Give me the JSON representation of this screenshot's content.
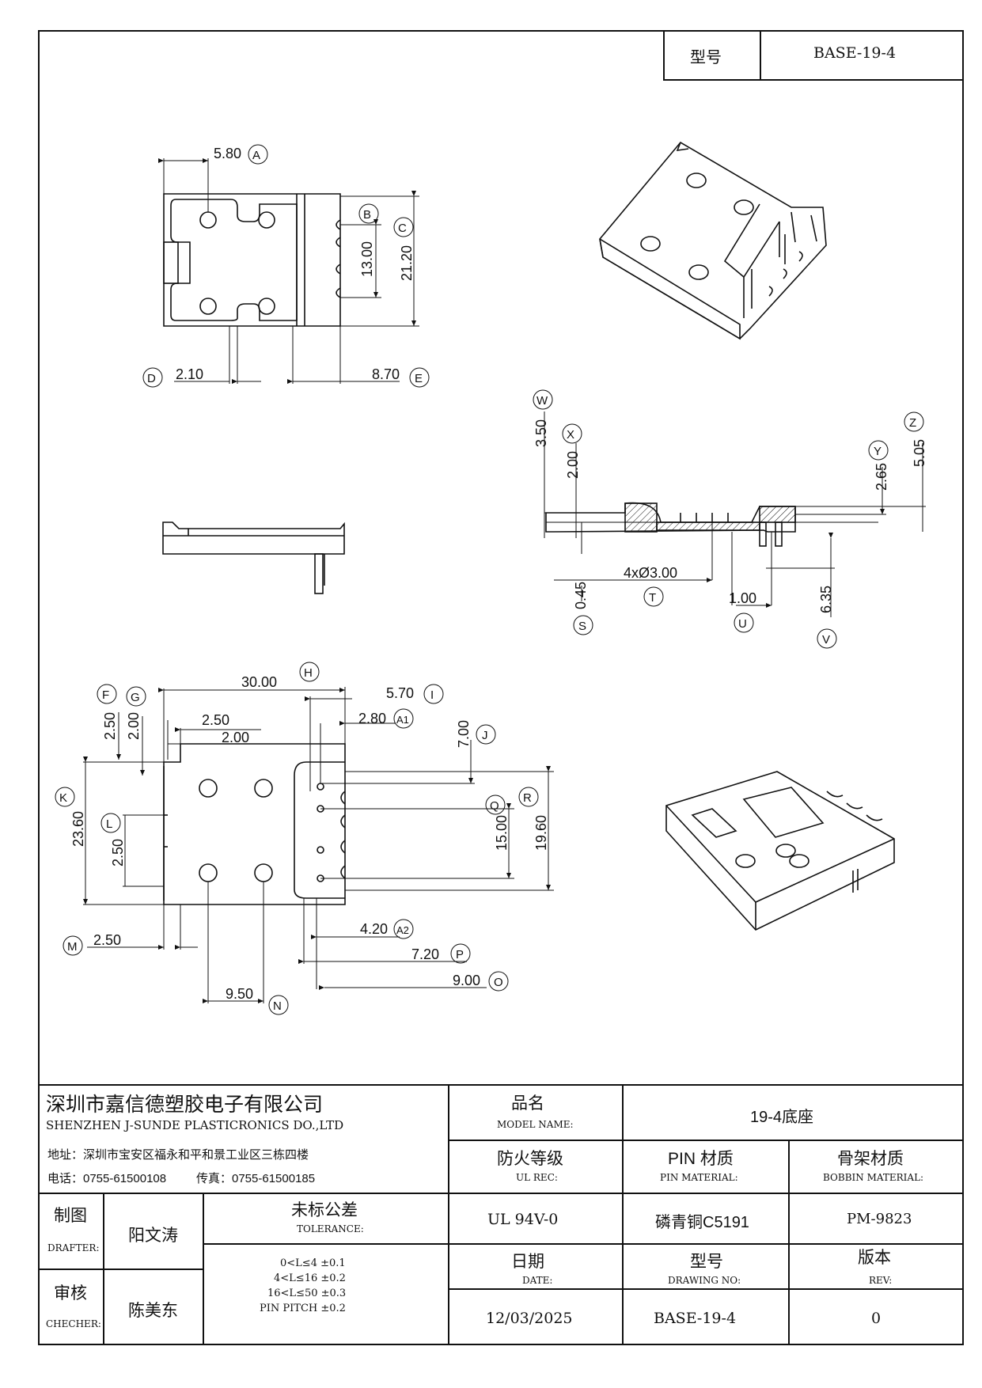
{
  "header": {
    "model_label": "型号",
    "model_value": "BASE-19-4"
  },
  "drawings": {
    "top_view": {
      "dims": [
        {
          "id": "A",
          "value": "5.80"
        },
        {
          "id": "B",
          "value": ""
        },
        {
          "id": "C",
          "value": "21.20"
        },
        {
          "id": "B2",
          "value": "13.00"
        },
        {
          "id": "D",
          "value": "2.10"
        },
        {
          "id": "E",
          "value": "8.70"
        }
      ]
    },
    "section_view": {
      "dims": [
        {
          "id": "W",
          "value": "3.50"
        },
        {
          "id": "X",
          "value": "2.00"
        },
        {
          "id": "Y",
          "value": "2.65"
        },
        {
          "id": "Z",
          "value": "5.05"
        },
        {
          "id": "T",
          "value": "4xØ3.00"
        },
        {
          "id": "S",
          "value": "0.45"
        },
        {
          "id": "U",
          "value": "1.00"
        },
        {
          "id": "V",
          "value": "6.35"
        }
      ]
    },
    "bottom_view": {
      "dims": [
        {
          "id": "H",
          "value": "30.00"
        },
        {
          "id": "I",
          "value": "5.70"
        },
        {
          "id": "F",
          "value": "2.50"
        },
        {
          "id": "G",
          "value": "2.00"
        },
        {
          "id": "G2a",
          "value": "2.50"
        },
        {
          "id": "G2b",
          "value": "2.00"
        },
        {
          "id": "A1",
          "value": "2.80"
        },
        {
          "id": "J",
          "value": "7.00"
        },
        {
          "id": "K",
          "value": "23.60"
        },
        {
          "id": "L",
          "value": "2.50"
        },
        {
          "id": "Q",
          "value": "15.00"
        },
        {
          "id": "R",
          "value": "19.60"
        },
        {
          "id": "A2",
          "value": "4.20"
        },
        {
          "id": "M",
          "value": "2.50"
        },
        {
          "id": "P",
          "value": "7.20"
        },
        {
          "id": "O",
          "value": "9.00"
        },
        {
          "id": "N",
          "value": "9.50"
        }
      ]
    }
  },
  "title_block": {
    "company_cn": "深圳市嘉信德塑胶电子有限公司",
    "company_en": "SHENZHEN J-SUNDE PLASTICRONICS DO.,LTD",
    "address": "地址：深圳市宝安区福永和平和景工业区三栋四楼",
    "phone": "电话：0755-61500108",
    "fax": "传真：0755-61500185",
    "product_name_cn": "品名",
    "product_name_en": "MODEL NAME:",
    "product_name_value": "19-4底座",
    "fire_rating_cn": "防火等级",
    "fire_rating_en": "UL REC:",
    "fire_rating_value": "UL 94V-0",
    "pin_material_cn": "PIN 材质",
    "pin_material_en": "PIN MATERIAL:",
    "pin_material_value": "磷青铜C5191",
    "bobbin_material_cn": "骨架材质",
    "bobbin_material_en": "BOBBIN MATERIAL:",
    "bobbin_material_value": "PM-9823",
    "drafter_cn": "制图",
    "drafter_en": "DRAFTER:",
    "drafter_value": "阳文涛",
    "checker_cn": "审核",
    "checker_en": "CHECHER:",
    "checker_value": "陈美东",
    "tolerance_cn": "未标公差",
    "tolerance_en": "TOLERANCE:",
    "tolerances": [
      "0<L≤4   ±0.1",
      "4<L≤16   ±0.2",
      "16<L≤50   ±0.3",
      "PIN PITCH   ±0.2"
    ],
    "date_cn": "日期",
    "date_en": "DATE:",
    "date_value": "12/03/2025",
    "drawing_no_cn": "型号",
    "drawing_no_en": "DRAWING NO:",
    "drawing_no_value": "BASE-19-4",
    "rev_cn": "版本",
    "rev_en": "REV:",
    "rev_value": "0"
  }
}
